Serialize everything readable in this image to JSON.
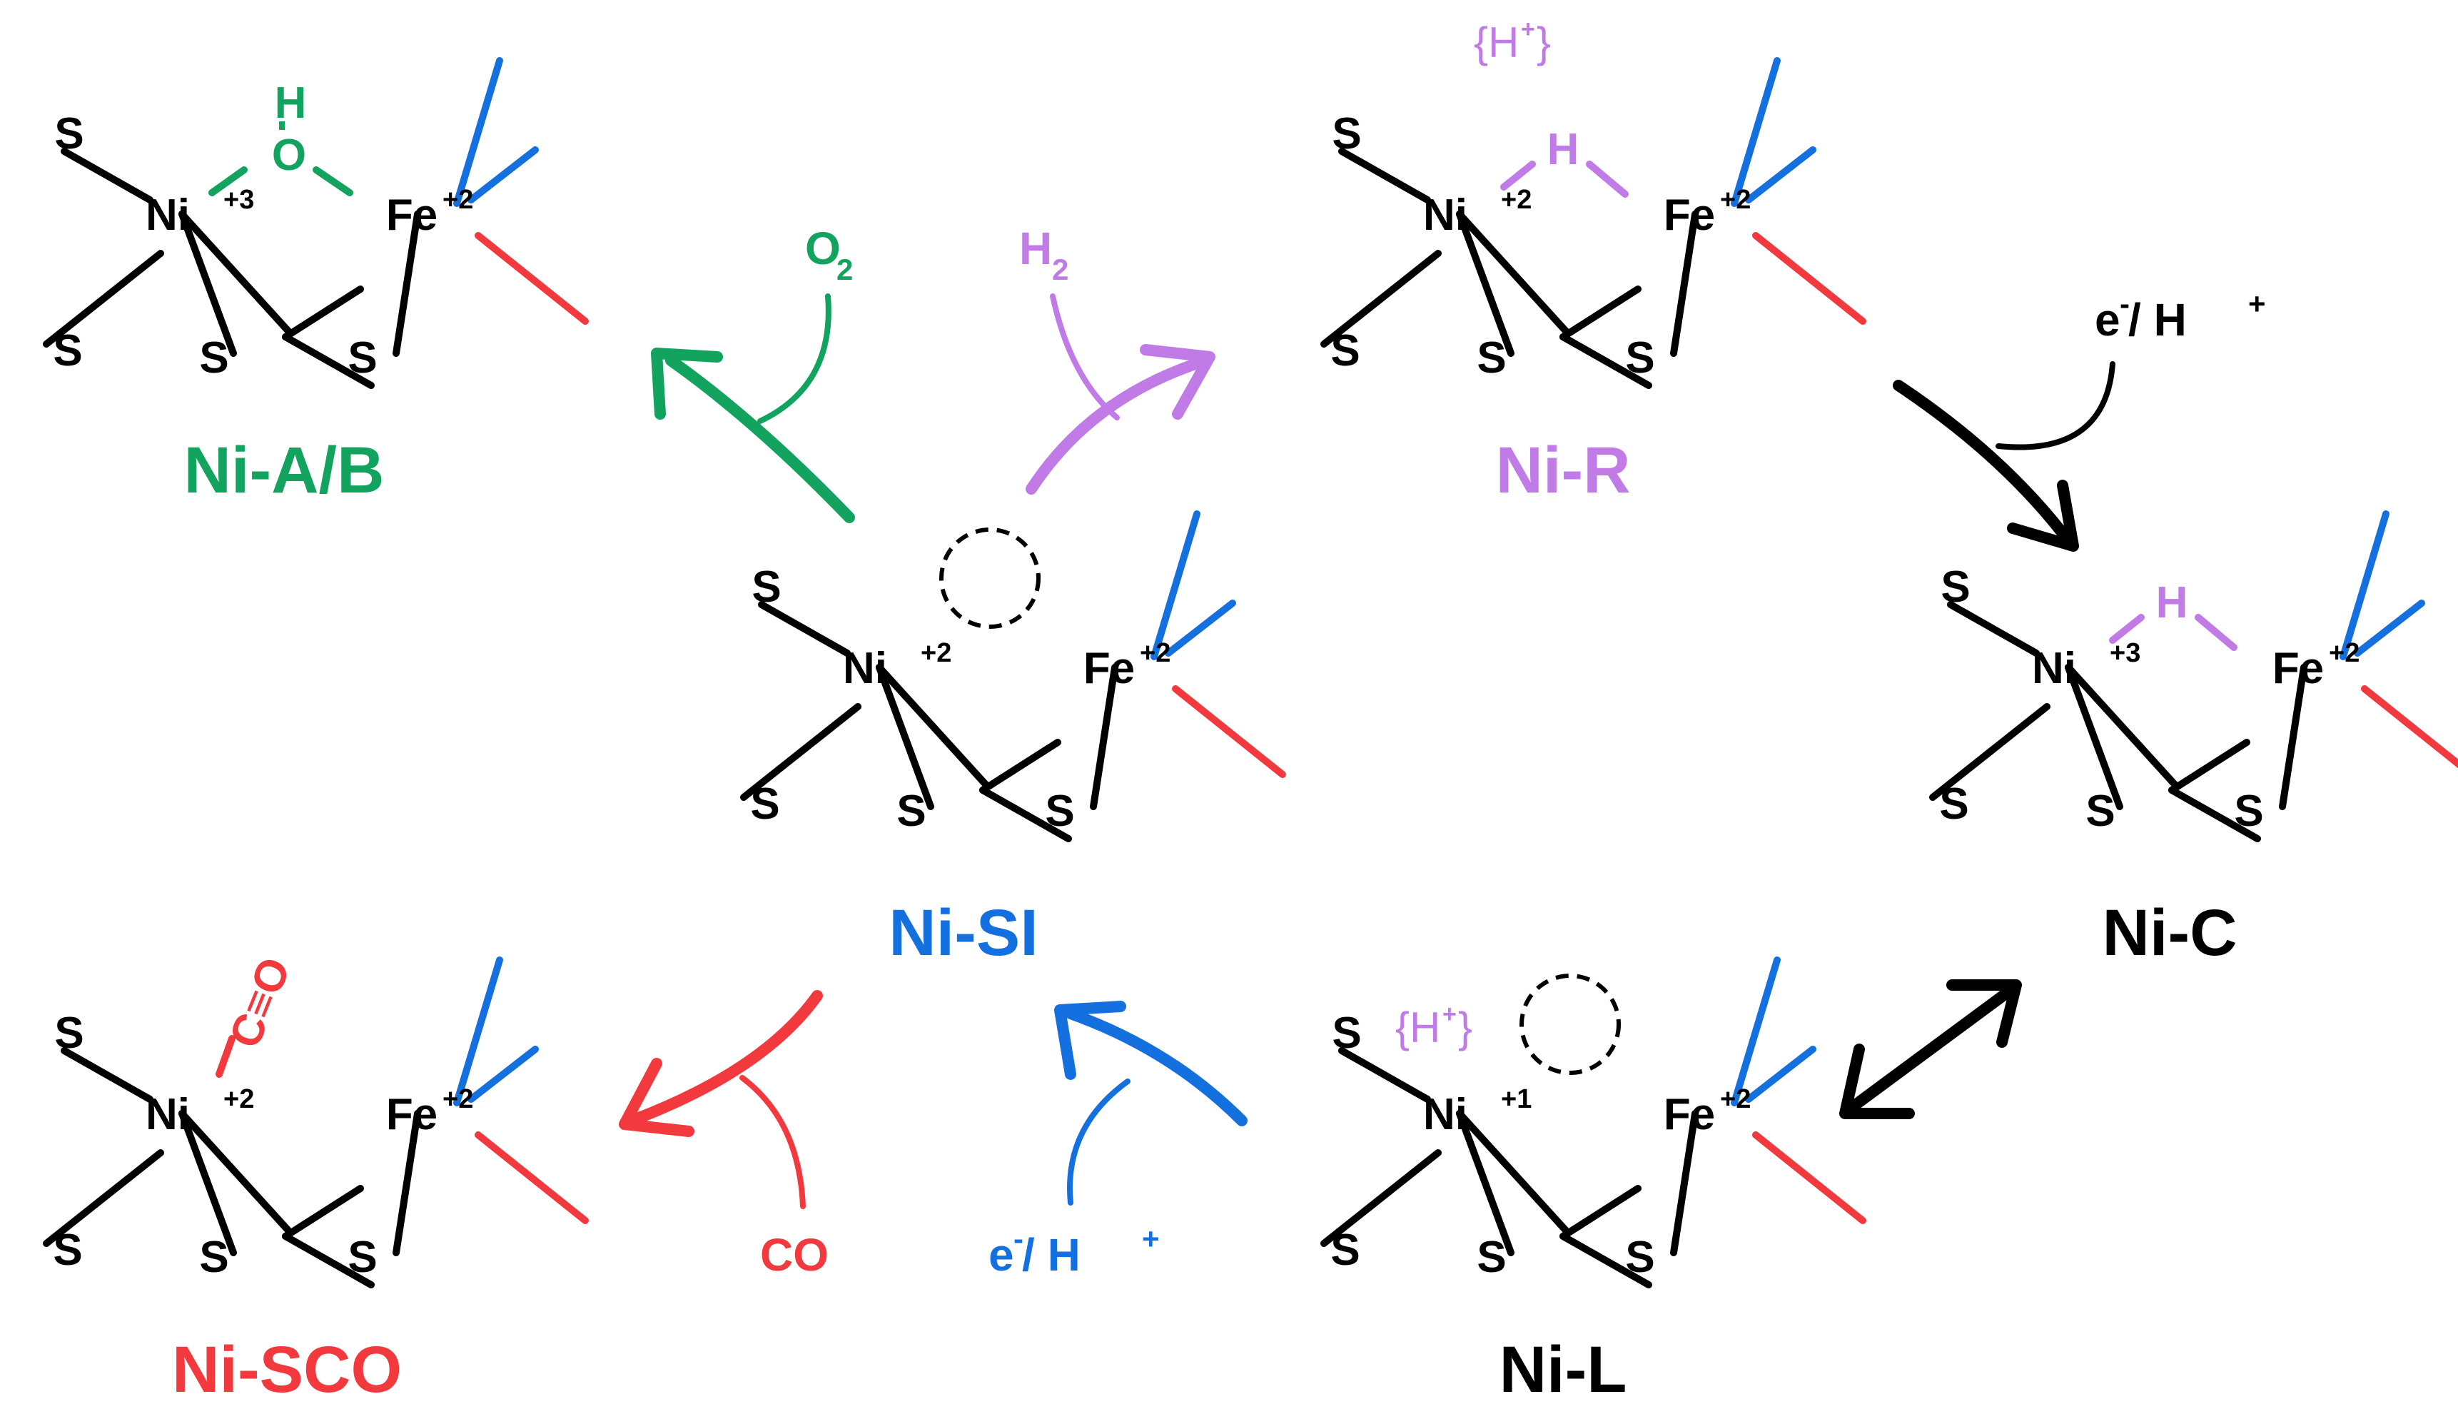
{
  "colors": {
    "black": "#000000",
    "green": "#12a35e",
    "purple": "#c07be6",
    "blue": "#1470de",
    "red": "#f2393e"
  },
  "common": {
    "S": "S",
    "Ni": "Ni",
    "Fe": "Fe"
  },
  "states": {
    "ni_ab": {
      "label": "Ni-A/B",
      "ni_ox": "+3",
      "fe_ox": "+2",
      "bridge_O": "O",
      "bridge_H": "H"
    },
    "ni_r": {
      "label": "Ni-R",
      "ni_ox": "+2",
      "fe_ox": "+2",
      "bridge_H": "H",
      "proton_left": "{H",
      "proton_sup": "+",
      "proton_right": "}"
    },
    "ni_si": {
      "label": "Ni-SI",
      "ni_ox": "+2",
      "fe_ox": "+2"
    },
    "ni_c": {
      "label": "Ni-C",
      "ni_ox": "+3",
      "fe_ox": "+2",
      "bridge_H": "H"
    },
    "ni_sco": {
      "label": "Ni-SCO",
      "ni_ox": "+2",
      "fe_ox": "+2",
      "co_ligand": "C≡O"
    },
    "ni_l": {
      "label": "Ni-L",
      "ni_ox": "+1",
      "fe_ox": "+2",
      "proton_left": "{H",
      "proton_sup": "+",
      "proton_right": "}"
    }
  },
  "reagents": {
    "o2": {
      "main": "O",
      "sub": "2"
    },
    "h2": {
      "main": "H",
      "sub": "2"
    },
    "co": "CO",
    "e_h_top": {
      "e": "e",
      "e_sup": "-",
      "slash": " / H",
      "h_sup": "+"
    },
    "e_h_bottom": {
      "e": "e",
      "e_sup": "-",
      "slash": " / H",
      "h_sup": "+"
    }
  }
}
